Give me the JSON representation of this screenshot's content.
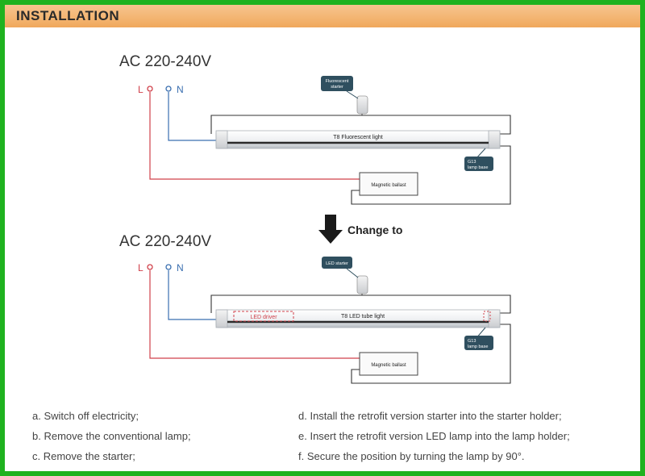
{
  "header": {
    "title": "INSTALLATION"
  },
  "diagram_top": {
    "supply": "AC 220-240V",
    "live": "L",
    "neutral": "N",
    "starter_label_1": "Fluorescent",
    "starter_label_2": "starter",
    "tube_label": "T8 Fluorescent light",
    "base_label_1": "G13",
    "base_label_2": "lamp base",
    "ballast_label": "Magnetic ballast"
  },
  "change_to": "Change to",
  "diagram_bottom": {
    "supply": "AC 220-240V",
    "live": "L",
    "neutral": "N",
    "starter_label": "LED starter",
    "driver_label": "LED driver",
    "tube_label": "T8 LED tube light",
    "base_label_1": "G13",
    "base_label_2": "lamp base",
    "ballast_label": "Magnetic ballast"
  },
  "steps": {
    "a": "a. Switch off electricity;",
    "b": "b. Remove the conventional lamp;",
    "c": "c. Remove the starter;",
    "d": "d. Install the retrofit version starter into the starter holder;",
    "e": "e. Insert the retrofit version LED lamp into the lamp holder;",
    "f": "f. Secure the position by turning the lamp by 90°."
  },
  "colors": {
    "border": "#1fb21f",
    "header": "#f0a85c",
    "live_wire": "#d0404a",
    "neutral_wire": "#3a6fb0",
    "tag": "#2f4f5f"
  }
}
